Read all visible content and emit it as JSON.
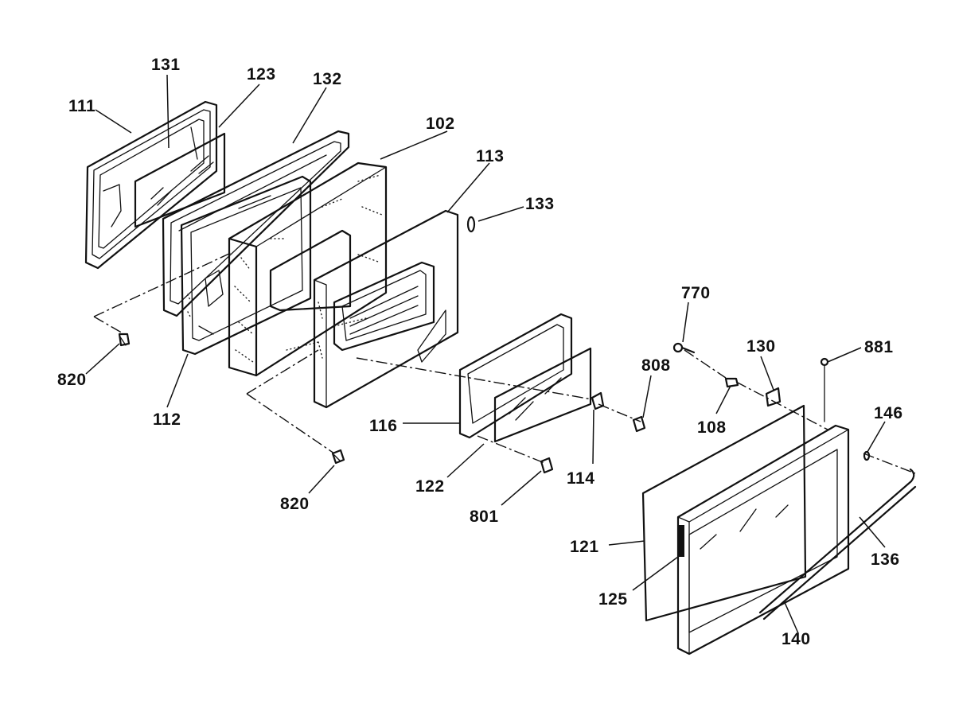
{
  "labels": {
    "p111": "111",
    "p131": "131",
    "p123": "123",
    "p132": "132",
    "p102": "102",
    "p113": "113",
    "p133": "133",
    "p820a": "820",
    "p112": "112",
    "p820b": "820",
    "p116": "116",
    "p122": "122",
    "p801": "801",
    "p114": "114",
    "p770": "770",
    "p808": "808",
    "p108": "108",
    "p130": "130",
    "p881": "881",
    "p146": "146",
    "p121": "121",
    "p125": "125",
    "p136": "136",
    "p140": "140"
  }
}
